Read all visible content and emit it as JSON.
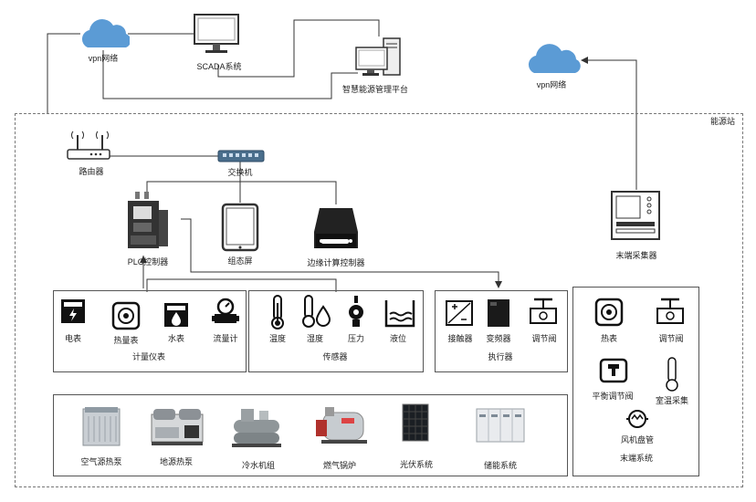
{
  "cloud_left": {
    "label": "vpn网络"
  },
  "scada": {
    "label": "SCADA系统"
  },
  "platform": {
    "label": "智慧能源管理平台"
  },
  "cloud_right": {
    "label": "vpn网络"
  },
  "station": {
    "label": "能源站"
  },
  "router": {
    "label": "路由器"
  },
  "switch": {
    "label": "交换机"
  },
  "plc": {
    "label": "PLC控制器"
  },
  "touch_screen": {
    "label": "组态屏"
  },
  "edge": {
    "label": "边缘计算控制器"
  },
  "terminal_collector": {
    "label": "末端采集器"
  },
  "meters": {
    "title": "计量仪表",
    "items": [
      "电表",
      "热量表",
      "水表",
      "流量计"
    ]
  },
  "sensors": {
    "title": "传感器",
    "items": [
      "温度",
      "湿度",
      "压力",
      "液位"
    ]
  },
  "actuators": {
    "title": "执行器",
    "items": [
      "接触器",
      "变频器",
      "调节阀"
    ]
  },
  "terminal_system": {
    "title": "末端系统",
    "items": [
      "热表",
      "调节阀",
      "平衡调节阀",
      "室温采集",
      "风机盘管"
    ]
  },
  "equipment": {
    "items": [
      "空气源热泵",
      "地源热泵",
      "冷水机组",
      "燃气锅炉",
      "光伏系统",
      "储能系统"
    ]
  },
  "colors": {
    "cloud": "#5b9bd5",
    "line": "#333333",
    "icon": "#222222"
  }
}
